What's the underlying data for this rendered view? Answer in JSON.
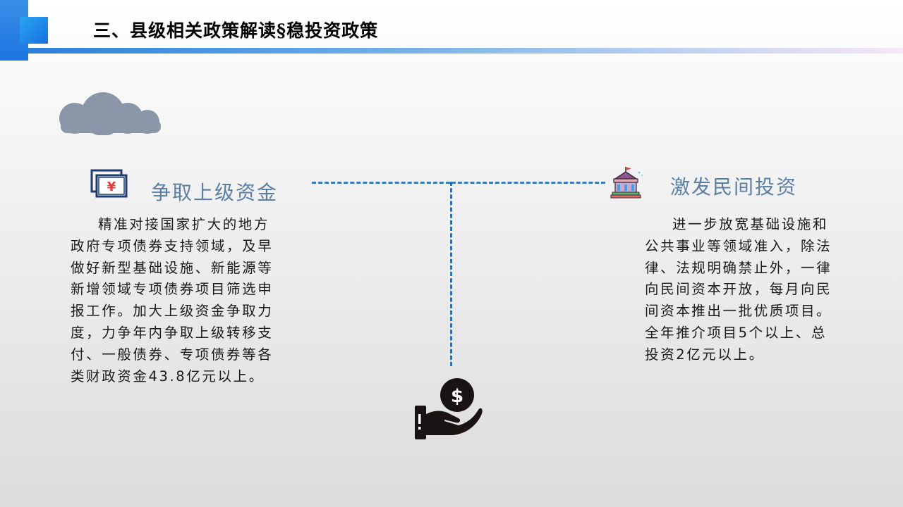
{
  "header": {
    "title": "三、县级相关政策解读§稳投资政策"
  },
  "left_section": {
    "heading": "争取上级资金",
    "body": "精准对接国家扩大的地方政府专项债券支持领域，及早做好新型基础设施、新能源等新增领域专项债券项目筛选申报工作。加大上级资金争取力度，力争年内争取上级转移支付、一般债券、专项债券等各类财政资金43.8亿元以上。",
    "icon": "money-bills-icon"
  },
  "right_section": {
    "heading": "激发民间投资",
    "body": "进一步放宽基础设施和公共事业等领域准入，除法律、法规明确禁止外，一律向民间资本开放，每月向民间资本推出一批优质项目。全年推介项目5个以上、总投资2亿元以上。",
    "icon": "bank-building-icon"
  },
  "icons": {
    "cloud": "cloud-icon",
    "hand": "hand-holding-dollar-icon"
  },
  "colors": {
    "accent_blue": "#1c74e0",
    "heading": "#5b7fa4",
    "connector": "#3a7cc0"
  }
}
